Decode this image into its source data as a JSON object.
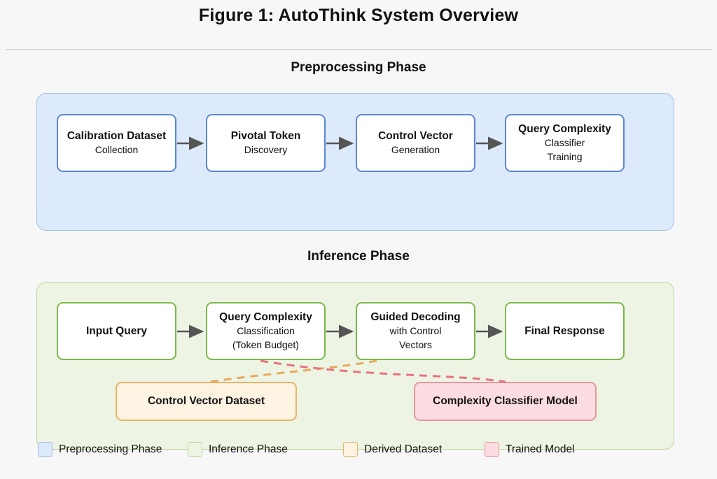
{
  "figure": {
    "title": "Figure 1: AutoThink System Overview"
  },
  "sections": {
    "preprocessing": {
      "heading": "Preprocessing Phase"
    },
    "inference": {
      "heading": "Inference Phase"
    }
  },
  "preprocessing_nodes": [
    {
      "title": "Calibration Dataset",
      "lines": [
        "Collection"
      ]
    },
    {
      "title": "Pivotal Token",
      "lines": [
        "Discovery"
      ]
    },
    {
      "title": "Control Vector",
      "lines": [
        "Generation"
      ]
    },
    {
      "title": "Query Complexity",
      "lines": [
        "Classifier",
        "Training"
      ]
    }
  ],
  "inference_nodes": [
    {
      "title": "Input Query",
      "lines": []
    },
    {
      "title": "Query Complexity",
      "lines": [
        "Classification",
        "(Token Budget)"
      ]
    },
    {
      "title": "Guided Decoding",
      "lines": [
        "with Control",
        "Vectors"
      ]
    },
    {
      "title": "Final Response",
      "lines": []
    }
  ],
  "artifacts": [
    {
      "label": "Control Vector Dataset",
      "kind": "derived-dataset"
    },
    {
      "label": "Complexity Classifier Model",
      "kind": "trained-model"
    }
  ],
  "legend": [
    {
      "label": "Preprocessing Phase",
      "swatch": "preprocessing"
    },
    {
      "label": "Inference Phase",
      "swatch": "inference"
    },
    {
      "label": "Derived Dataset",
      "swatch": "derived-dataset"
    },
    {
      "label": "Trained Model",
      "swatch": "trained-model"
    }
  ],
  "colors": {
    "preprocessing_fill": "#ddeafb",
    "preprocessing_stroke": "#9cc0ee",
    "preprocessing_node_stroke": "#5b86d6",
    "inference_fill": "#eef4e4",
    "inference_stroke": "#bcd79a",
    "inference_node_stroke": "#79b84a",
    "derived_fill": "#fdf3e2",
    "derived_stroke": "#eab464",
    "model_fill": "#fbdde1",
    "model_stroke": "#e9959d",
    "arrow": "#555555",
    "background": "#f7f7f7"
  }
}
